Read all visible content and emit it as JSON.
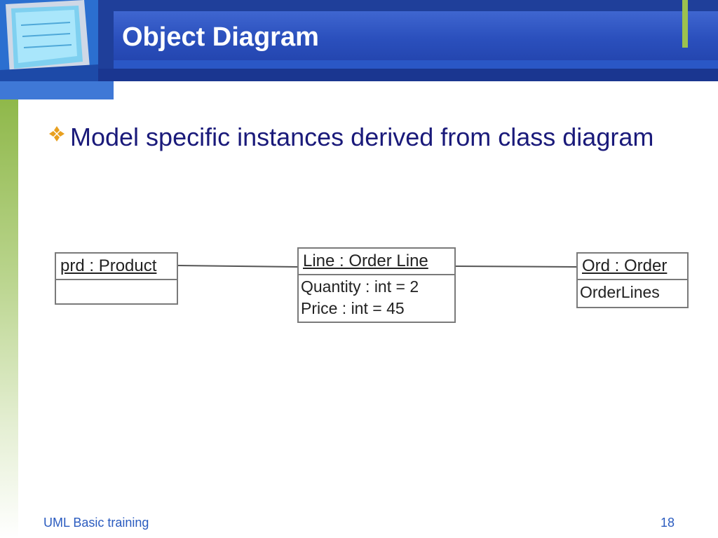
{
  "slide": {
    "title": "Object Diagram",
    "bullet_text": "Model specific instances derived from class diagram",
    "footer_left": "UML Basic training",
    "page_number": "18"
  },
  "diagram": {
    "product": {
      "title": "prd : Product",
      "attributes": []
    },
    "orderline": {
      "title": "Line : Order Line",
      "attributes": [
        "Quantity : int = 2",
        "Price : int = 45"
      ]
    },
    "order": {
      "title": "Ord : Order",
      "attributes": [
        "OrderLines"
      ]
    }
  },
  "colors": {
    "header_blue": "#2b50bd",
    "text_navy": "#1a1a7a",
    "accent_green": "#9cc14f",
    "footer_blue": "#2a5bbf",
    "bullet_orange": "#e8a020"
  }
}
